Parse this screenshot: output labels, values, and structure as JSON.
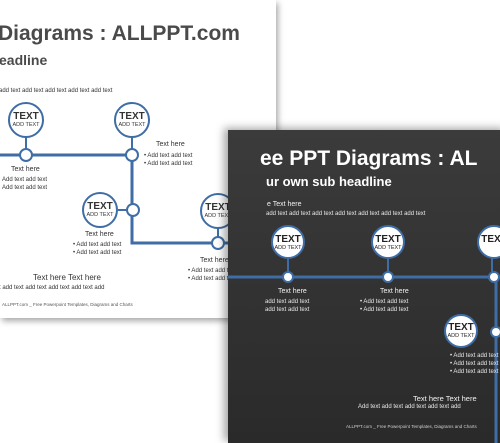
{
  "light_slide": {
    "title": "Diagrams : ALLPPT.com",
    "subtitle": "eadline",
    "top_text": "add text add text add text add text add text",
    "bubbles": [
      {
        "title": "TEXT",
        "sub": "ADD TEXT"
      },
      {
        "title": "TEXT",
        "sub": "ADD TEXT"
      },
      {
        "title": "TEXT",
        "sub": "ADD TEXT"
      },
      {
        "title": "TEXT",
        "sub": "ADD TEXT"
      }
    ],
    "blocks": [
      {
        "head": "Text here",
        "lines": [
          "Add text add text",
          "Add text add text"
        ]
      },
      {
        "head": "Text here",
        "lines": [
          "• Add text add text",
          "• Add text add text"
        ]
      },
      {
        "head": "Text here",
        "lines": [
          "• Add text add text",
          "• Add text add text"
        ]
      },
      {
        "head": "Text here",
        "lines": [
          "• Add text add text",
          "• Add text add text"
        ]
      }
    ],
    "bottom_head": "Text here Text here",
    "bottom_line": "t add text add text add text add text add",
    "footer": "ALLPPT.com _ Free Powerpoint Templates, Diagrams and Charts"
  },
  "dark_slide": {
    "title": "ee PPT Diagrams : AL",
    "subtitle": "ur own sub headline",
    "top_head": "e Text here",
    "top_text": "add text add text add text add text add text add text add text",
    "bubbles": [
      {
        "title": "TEXT",
        "sub": "ADD TEXT"
      },
      {
        "title": "TEXT",
        "sub": "ADD TEXT"
      },
      {
        "title": "TEXT",
        "sub": ""
      },
      {
        "title": "TEXT",
        "sub": "ADD TEXT"
      }
    ],
    "blocks": [
      {
        "head": "Text here",
        "lines": [
          "add text add text",
          "add text add text"
        ]
      },
      {
        "head": "Text here",
        "lines": [
          "• Add text add text",
          "• Add text add text"
        ]
      },
      {
        "head": "",
        "lines": [
          "• Add text add text",
          "• Add text add text",
          "• Add text add text"
        ]
      }
    ],
    "bottom_head": "Text here Text here",
    "bottom_line": "Add text add text add text add text add",
    "footer": "ALLPPT.com _ Free Powerpoint Templates, Diagrams and Charts"
  }
}
